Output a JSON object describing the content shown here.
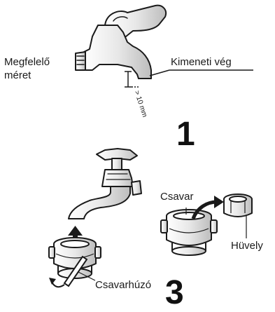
{
  "step1": {
    "label_size": "Megfelelő\nméret",
    "label_size_line1": "Megfelelő",
    "label_size_line2": "méret",
    "label_outlet": "Kimeneti vég",
    "label_distance": "> 10 mm",
    "step_number": "1"
  },
  "step3": {
    "label_screw": "Csavar",
    "label_sleeve": "Hüvely",
    "label_screwdriver": "Csavarhúzó",
    "step_number": "3"
  },
  "colors": {
    "line": "#1a1a1a",
    "fill_light": "#f2f2f2",
    "fill_mid": "#d9d9d9"
  }
}
